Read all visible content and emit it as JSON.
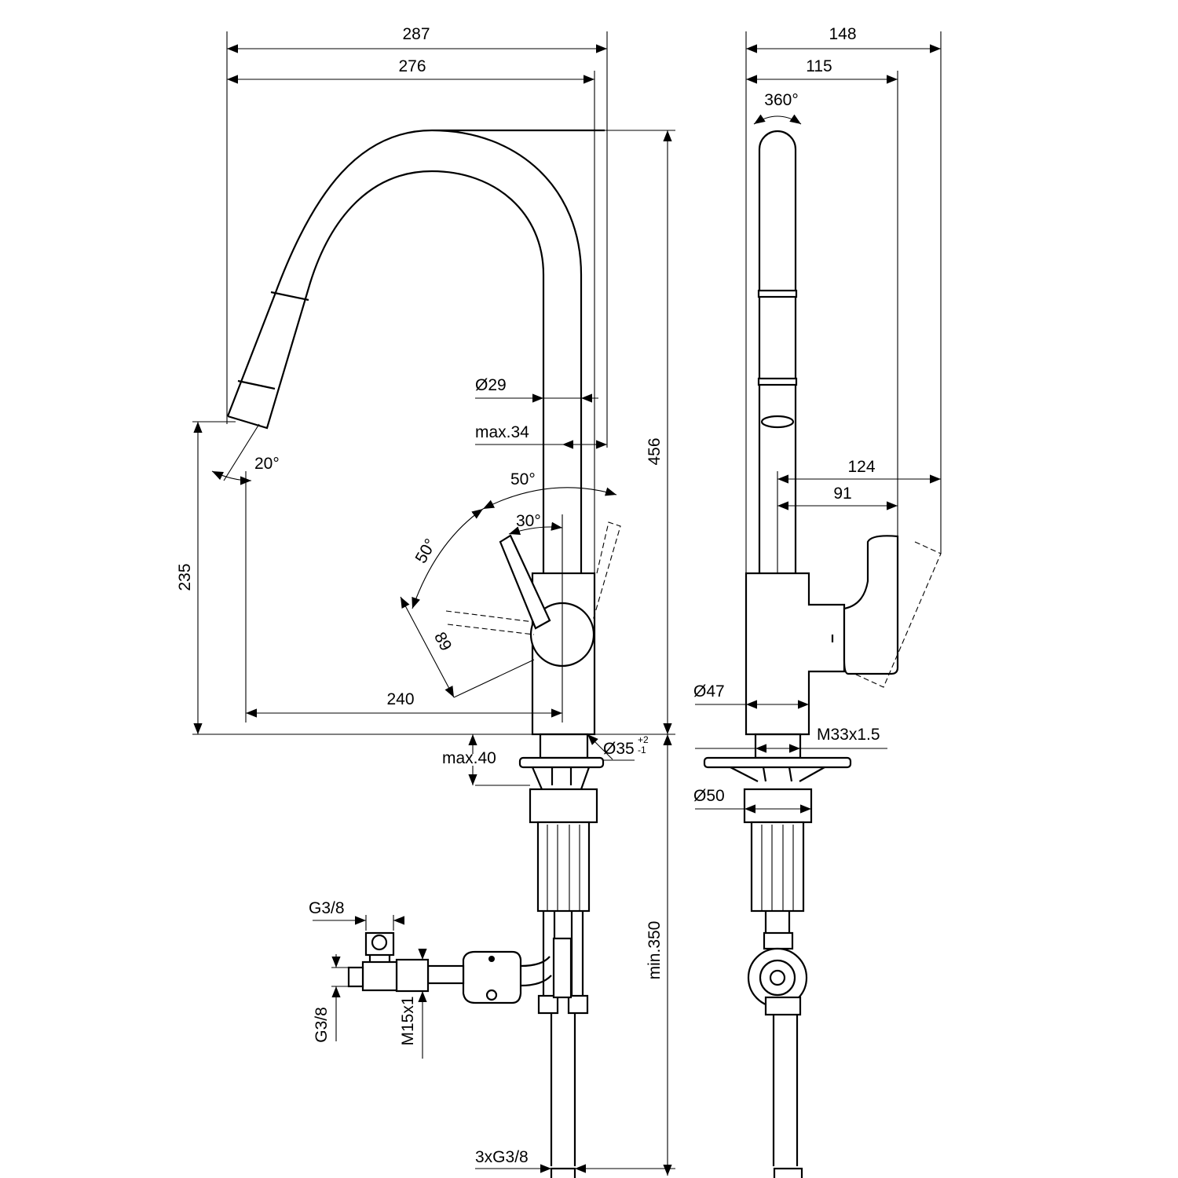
{
  "drawing": {
    "front_view": {
      "dims": {
        "overall_width": "287",
        "reach_width": "276",
        "overall_height": "456",
        "spout_outlet_height": "235",
        "spout_reach": "240",
        "spout_diameter": "Ø29",
        "max_34": "max.34",
        "lever_angle_50_top": "50°",
        "lever_angle_30": "30°",
        "lever_angle_50_left": "50°",
        "lever_length": "89",
        "outlet_angle": "20°",
        "max_deck_thickness": "max.40",
        "hole_diameter": "Ø35",
        "hole_tol_upper": "+2",
        "hole_tol_lower": "-1",
        "min_hose_length": "min.350",
        "hose_connections": "3xG3/8",
        "valve_top_thread": "G3/8",
        "valve_side_thread": "G3/8",
        "valve_outlet_thread": "M15x1"
      }
    },
    "side_view": {
      "dims": {
        "overall_depth": "148",
        "spout_depth": "115",
        "rotation": "360°",
        "handle_depth": "124",
        "handle_depth_inner": "91",
        "body_diameter": "Ø47",
        "shank_thread": "M33x1.5",
        "base_diameter": "Ø50"
      }
    }
  }
}
